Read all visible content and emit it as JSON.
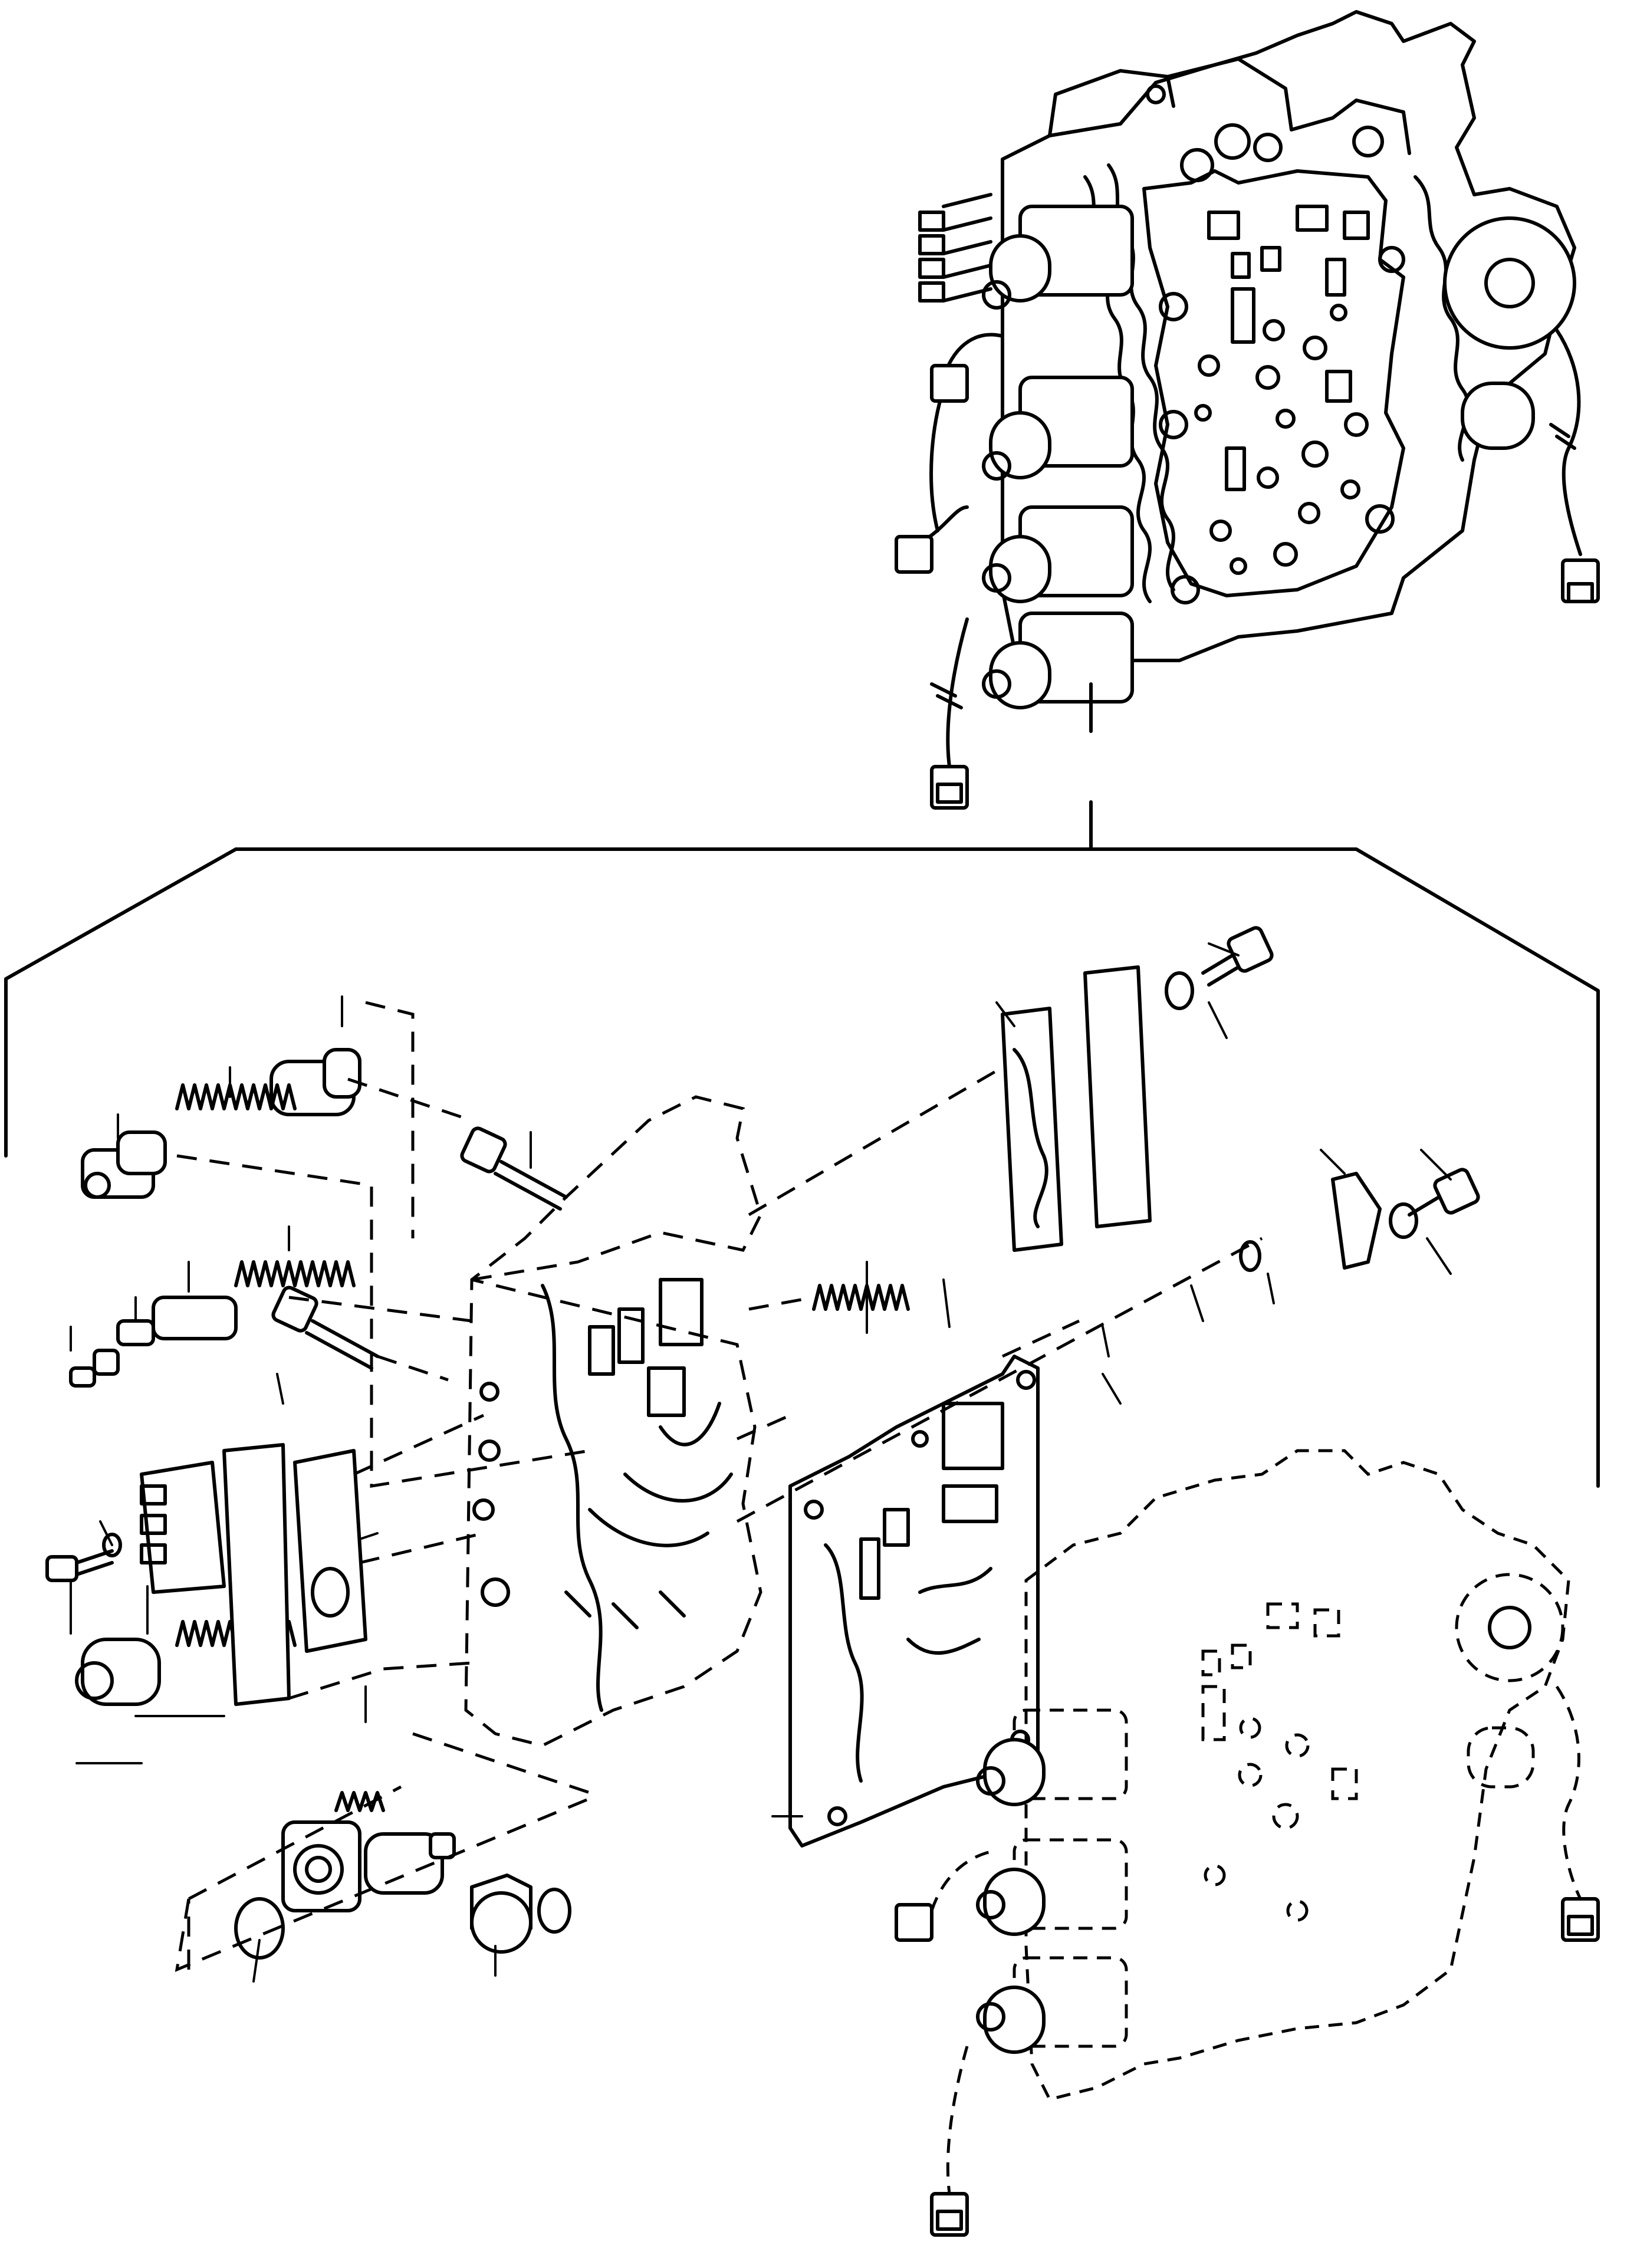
{
  "figure": {
    "type": "exploded-parts-diagram",
    "callout_labels_visible": false
  },
  "colors": {
    "ink": "#000000",
    "paper": "#ffffff"
  },
  "parts": [
    {
      "name": "valve-body-assembly"
    },
    {
      "name": "upper-valve-body"
    },
    {
      "name": "lower-valve-body"
    },
    {
      "name": "separator-plate"
    },
    {
      "name": "solenoid-valves"
    },
    {
      "name": "wiring-connectors"
    },
    {
      "name": "springs"
    },
    {
      "name": "spool-valves"
    },
    {
      "name": "bolts"
    },
    {
      "name": "washers"
    },
    {
      "name": "cover-plates"
    },
    {
      "name": "gaskets"
    },
    {
      "name": "clamp-bracket"
    },
    {
      "name": "plug"
    },
    {
      "name": "o-rings"
    },
    {
      "name": "accumulator-piston"
    }
  ]
}
